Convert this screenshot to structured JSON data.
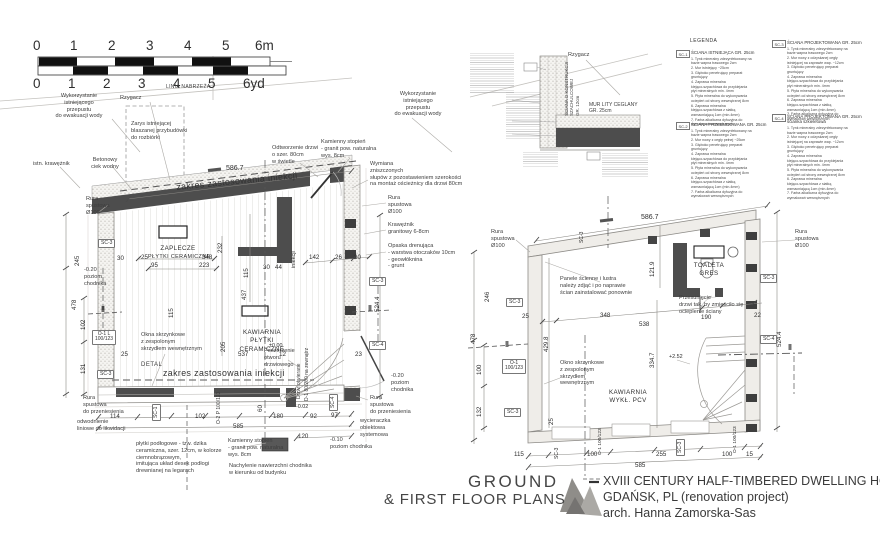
{
  "scale_bar": {
    "m_ticks": [
      "0",
      "1",
      "2",
      "3",
      "4",
      "5"
    ],
    "m_unit": "6m",
    "yd_ticks": [
      "0",
      "1",
      "2",
      "3",
      "4",
      "5"
    ],
    "yd_unit": "6yd",
    "linia": "LINIA NABRZEŻA"
  },
  "common": {
    "sc1": "SC-1",
    "sc3": "SC-3",
    "sc4": "SC-4",
    "rura": "Rura\nspustowa\nØ100",
    "rura_przen": "Rura\nspustowa\ndo przeniesienia",
    "rzygacz": "Rzygacz",
    "wykorzystanie": "Wykorzystanie\nistniejącego\nprzepustu\ndo ewakuacji wody",
    "betonowy": "Betonowy\nciek wodny",
    "kamienny": "Kamienny stopień\n- granit pow. naturalna\nwys. 8cm",
    "zakres": "zakres zastosowania iniekcji",
    "iniekcji": "iniekcji",
    "poziom020": "-0.20\npoziom\nchodnika",
    "poziom010": "-0.10\npoziom chodnika",
    "o1": "O-1\n100/123",
    "o1v": "O-1  100/123",
    "datum": "‖"
  },
  "gp": {
    "istn": "istn. krawężnik",
    "zarys": "Zarys istniejącej\nblaszanej przybudówki\ndo rozbiórki",
    "odtworzenie": "Odtworzenie drzwi\no szer. 80cm\nw świetle",
    "wymiana": "Wymiana\nzniszczonych\nsłupów z pozostawieniem szerokości\nna montaż ościeżnicy dla drzwi 80cm",
    "krawieznik": "Krawężnik\ngranitowy 6-8cm",
    "opaska": "Opaska drenująca\n- warstwa otoczaków 10cm\n- geowłóknina\n- grunt",
    "zaplecze": "ZAPLECZE",
    "plytki": "PŁYTKI CERAMICZNE",
    "kawiarnia": "KAWIARNIA\nPŁYTKI CERAMICZNE",
    "pm000": "±0.00",
    "m002": "-0.02",
    "okna": "Okna skrzynkowe\nz zespolonym\nskrzydłem wewnętrznym",
    "detal": "DETAL",
    "poszerzenie": "Poszerzenie\notworu\ndrzwiowego",
    "drzwi": "Drzwi otwierane",
    "d1": "D-1  80/200 na zewnątrz",
    "o1l": "O-1 L\n100/123",
    "o2p": "O-2 P  100/123",
    "odwodnienie": "odwodnienie\nliniowe do likwidacji",
    "wycieraczka": "wycieraczka\nobiektowa\nsystemowa",
    "plytki_podl": "płytki podłogowe - tzw. dzika\nceramiczna, szer. 12cm, w kolorze\nciemnobrązowym,\nimitująca układ desek podłogi\ndrewnianej na legarach",
    "nachylenie": "Nachylenie nawierzchni chodnika\nw kierunku od budynku",
    "dims": {
      "d5867": "586.7",
      "d245": "245",
      "d30": "30",
      "d25": "25",
      "d348": "348",
      "d95": "95",
      "d223": "223",
      "d115": "115",
      "d232": "232",
      "d437": "437",
      "d44": "44",
      "d142": "142",
      "d26": "26",
      "d537": "537",
      "d12": "12",
      "d205": "205",
      "d478": "478",
      "d102": "102",
      "d131": "131",
      "d114": "114",
      "d180": "180",
      "d60": "60",
      "d92": "92",
      "d97": "97",
      "d585": "585",
      "d120": "120",
      "d23": "23",
      "d5244": "524.4"
    }
  },
  "fp": {
    "panele": "Panele ścienne i lustra\nnależy zdjąć i po naprawie\nścian zainstalować ponownie",
    "przesuniecie": "Przesunięcie\ndrzwi tak, by zmieściło się\nocieplenie ściany",
    "toaleta": "TOALETA\nGRES",
    "kawiarnia": "KAWIARNIA\nWYKŁ. PCV",
    "okno": "Okno skrzynkowe\nz zespolonym\nskrzydłem\nwewnętrznym",
    "p252": "+2.52",
    "dims": {
      "d5867": "586.7",
      "d246": "246",
      "d478": "478",
      "d1219": "121.9",
      "d25": "25",
      "d348": "348",
      "d538": "538",
      "d190": "190",
      "d22": "22",
      "d4298": "429.8",
      "d5244": "524.4",
      "d3347": "334.7",
      "d100": "100",
      "d132": "132",
      "d115": "115",
      "d255": "255",
      "d15": "15",
      "d585": "585"
    }
  },
  "detail": {
    "sciana": "ŚCIANA O KONSTRUKCJI\nSZACHULCOWEJ\nGR. 12cm",
    "mur": "MUR LITY CEGLANY\nGR. 25cm"
  },
  "legend": {
    "title": "LEGENDA",
    "entries": [
      {
        "code": "SC-1",
        "header": "ŚCIANA ISTNIEJĄCA GR. 25cm",
        "lines": "1. Tynk mineralny zdezynfekowany na\n    bazie wapna trasowego 2cm\n2. Mur istniejący ~25cm\n3. Głęboko penetrujący preparat\n    gruntujący\n4. Zaprawa mineralna\n    klejąco-szpachlowa do przyklejania\n    płyt mineralnych min. 4mm\n5. Płyta mineralna do wykonywania\n    ociepleń od strony wewnętrznej 8cm\n6. Zaprawa mineralna\n    klejąco-szpachlowa z siatką\n    wzmacniającą 1cm (min.4mm)\n7. Farba alkaliczna dyfuzyjna do\n    wymalowań wewnętrznych"
      },
      {
        "code": "SC-2",
        "header": "ŚCIANA PRZEBUDOWANA GR. 25cm",
        "lines": "1. Tynk mineralny zdezynfekowany na\n    bazie wapna trasowego 2cm\n2. Mur nowy z cegły pełnej ~25cm\n3. Głęboko penetrujący preparat\n    gruntujący\n4. Zaprawa mineralna\n    klejąco-szpachlowa do przyklejania\n    płyt mineralnych min. 4mm\n5. Płyta mineralna do wykonywania\n    ociepleń od strony wewnętrznej 8cm\n6. Zaprawa mineralna\n    klejąco-szpachlowa z siatką\n    wzmacniającą 1cm (min.4mm)\n7. Farba alkaliczna dyfuzyjna do\n    wymalowań wewnętrznych"
      },
      {
        "code": "SC-3",
        "header": "ŚCIANA PROJEKTOWANA GR. 25cm",
        "lines": "1. Tynk mineralny zdezynfekowany na\n    bazie wapna trasowego 2cm\n2. Mur nowy z odzyskanej cegły\n    istniejącej na zaprawie wap. ~12cm\n3. Głęboko penetrujący preparat\n    gruntujący\n4. Zaprawa mineralna\n    klejąco-szpachlowa do przyklejania\n    płyt mineralnych min. 4mm\n5. Płyta mineralna do wykonywania\n    ociepleń od strony wewnętrznej 8cm\n6. Zaprawa mineralna\n    klejąco-szpachlowa z siatką\n    wzmacniającą 1cm (min.4mm)\n7. Farba alkaliczna dyfuzyjna do\n    wymalowań wewnętrznych"
      },
      {
        "code": "SC-4",
        "header": "ŚCIANA PROJEKTOWANA GR. 25cm\nścianka szkieletowa",
        "lines": "1. Tynk mineralny zdezynfekowany na\n    bazie wapna trasowego 2cm\n2. Mur nowy z odzyskanej cegły\n    istniejącej na zaprawie wap. ~12cm\n3. Głęboko penetrujący preparat\n    gruntujący\n4. Zaprawa mineralna\n    klejąco-szpachlowa do przyklejania\n    płyt mineralnych min. 4mm\n5. Płyta mineralna do wykonywania\n    ociepleń od strony wewnętrznej 8cm\n6. Zaprawa mineralna\n    klejąco-szpachlowa z siatką\n    wzmacniającą 1cm (min.4mm)\n7. Farba alkaliczna dyfuzyjna do\n    wymalowań wewnętrznych"
      }
    ]
  },
  "title": {
    "ground": "GROUND",
    "first": "& FIRST FLOOR PLANS",
    "project1": "XVIII CENTURY HALF-TIMBERED DWELLING HOUSE,",
    "project2": "GDAŃSK, PL (renovation project)",
    "project3": "arch. Hanna Zamorska-Sas"
  }
}
